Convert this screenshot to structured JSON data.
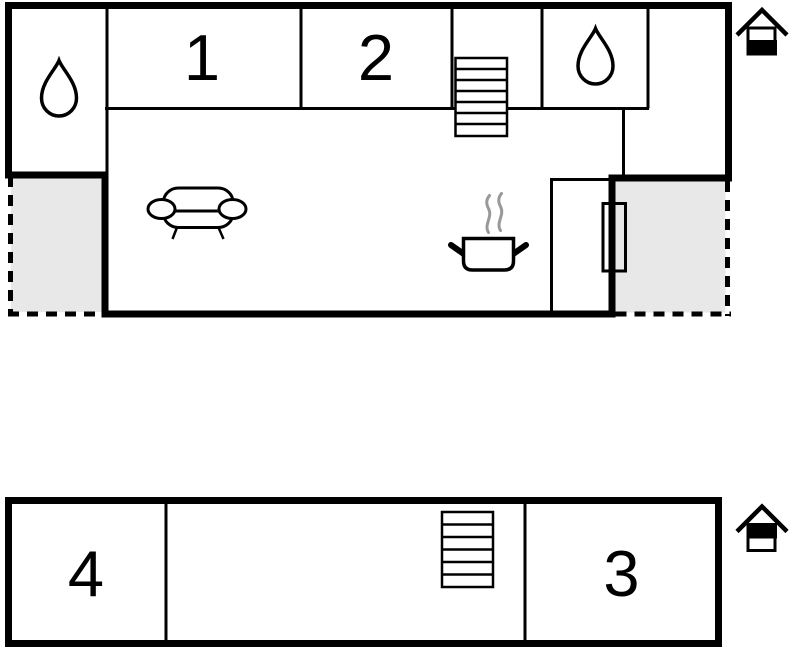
{
  "colors": {
    "wall": "#000000",
    "water_drop_fill": "#b5f4f4",
    "terrace_fill": "#e8e8e8",
    "steam": "#999999",
    "background": "#ffffff"
  },
  "plans": [
    {
      "position": "top",
      "room_labels": [
        "1",
        "2"
      ],
      "icons": [
        "water-drop-icon",
        "water-drop-icon",
        "stairs-icon",
        "sofa-icon",
        "cooking-pot-icon",
        "door",
        "terrace",
        "terrace",
        "house-level-indicator-icon"
      ],
      "level_indicator": "lower-half-filled"
    },
    {
      "position": "bottom",
      "room_labels": [
        "4",
        "3"
      ],
      "icons": [
        "stairs-icon",
        "house-level-indicator-icon"
      ],
      "level_indicator": "upper-half-filled"
    }
  ]
}
